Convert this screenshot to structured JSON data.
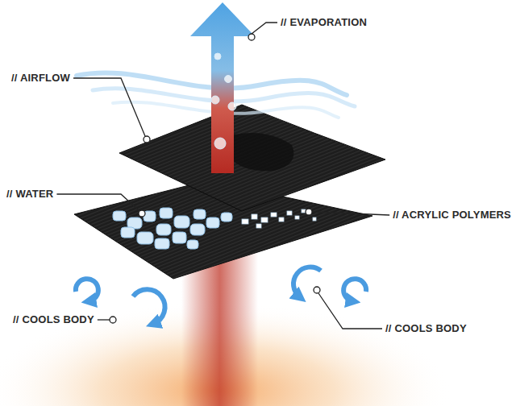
{
  "diagram": {
    "labels": [
      "// EVAPORATION",
      "// AIRFLOW",
      "// WATER",
      "// ACRYLIC POLYMERS",
      "// COOLS BODY",
      "// COOLS BODY"
    ]
  }
}
